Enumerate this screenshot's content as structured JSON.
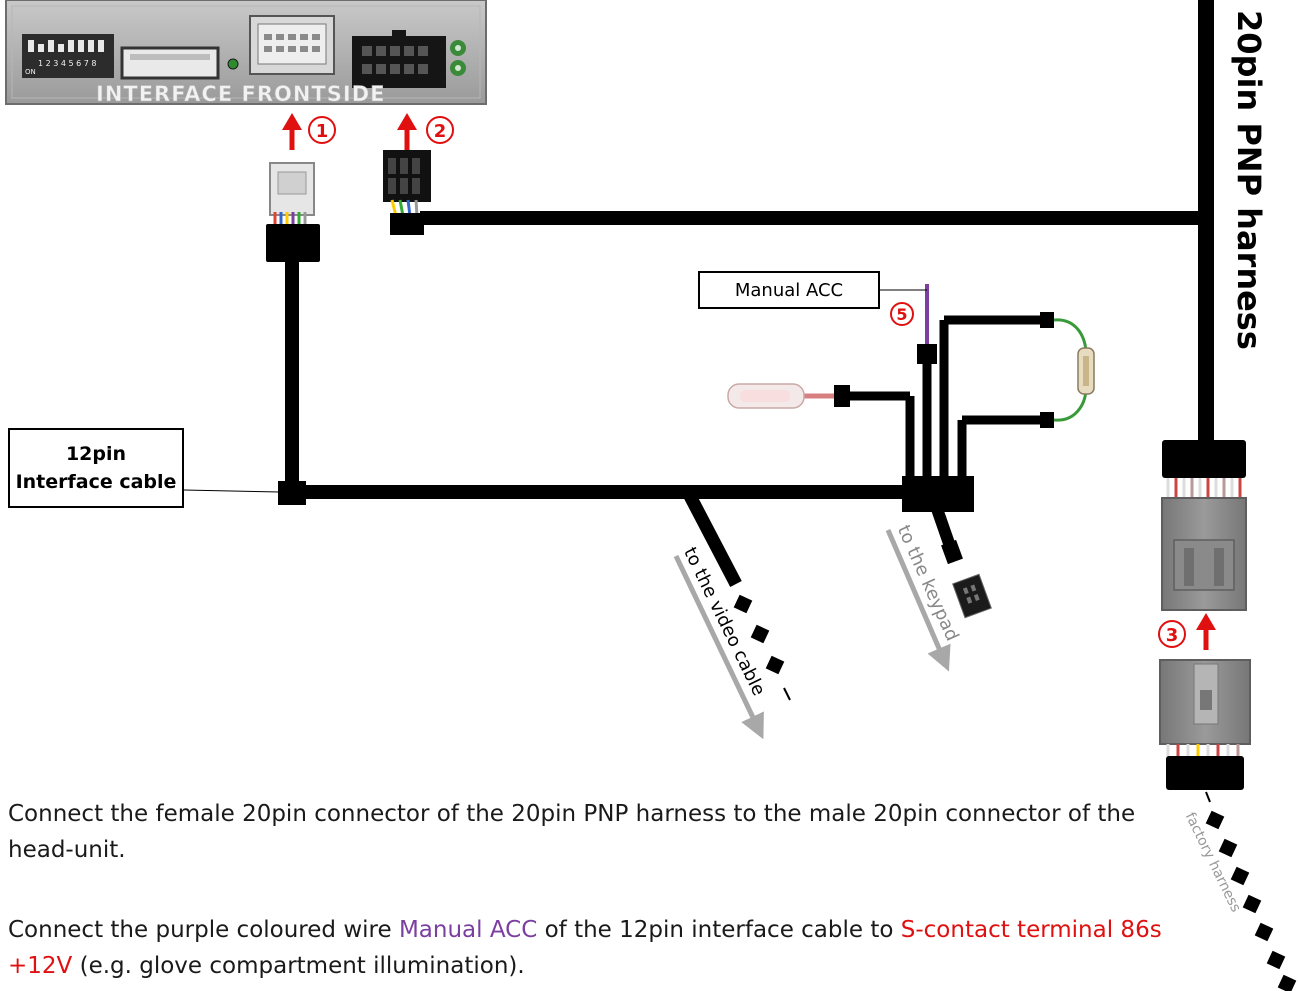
{
  "interface": {
    "title": "INTERFACE  FRONTSIDE",
    "dip_numbers": "1 2 3 4 5 6 7 8",
    "dip_on": "ON"
  },
  "steps": [
    {
      "number": "1",
      "arrow_color": "#e01010"
    },
    {
      "number": "2",
      "arrow_color": "#e01010"
    },
    {
      "number": "3",
      "arrow_color": "#e01010"
    },
    {
      "number": "5",
      "arrow_color": "#e01010"
    }
  ],
  "harness_label": "20pin  PNP harness",
  "cable_label": {
    "line1": "12pin",
    "line2": "Interface cable"
  },
  "acc_label": "Manual ACC",
  "to_video": "to the video cable",
  "to_keypad": "to the keypad",
  "factory": "factory harness",
  "instructions": {
    "p1": "Connect the female 20pin connector of the 20pin PNP harness to the male 20pin connector of the head-unit.",
    "p2_pre": "Connect the purple coloured wire ",
    "p2_acc": "Manual ACC",
    "p2_mid": " of the 12pin interface cable to ",
    "p2_red": "S-contact terminal 86s +12V",
    "p2_post": " (e.g. glove compartment illumination)."
  },
  "colors": {
    "cable": "#000000",
    "arrow": "#e01010",
    "acc_wire": "#7b3fa0",
    "ground_wire": "#3a9a3a",
    "connector_grey": "#8c8c8c"
  }
}
